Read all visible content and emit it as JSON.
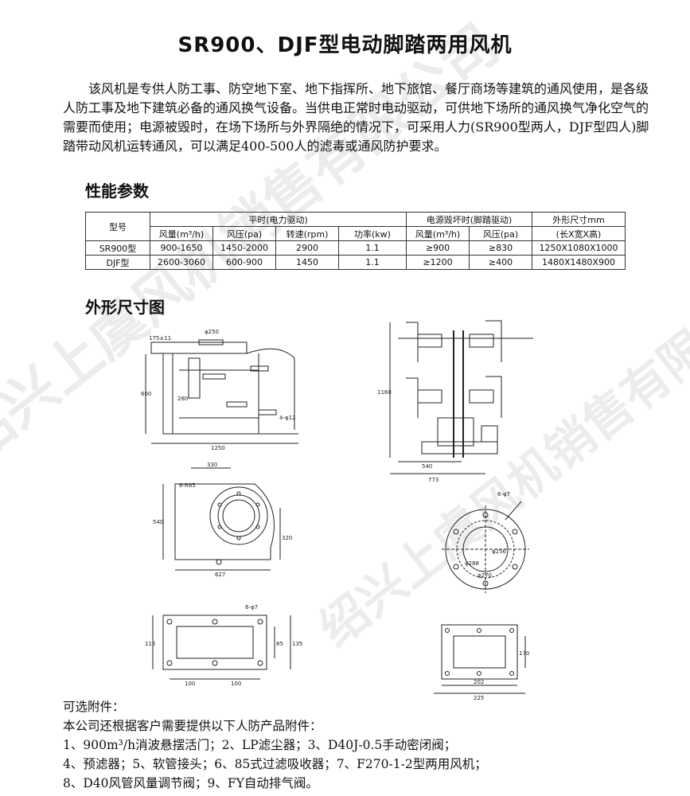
{
  "title": "SR900、DJF型电动脚踏两用风机",
  "intro": "该风机是专供人防工事、防空地下室、地下指挥所、地下旅馆、餐厅商场等建筑的通风使用，是各级人防工事及地下建筑必备的通风换气设备。当供电正常时电动驱动，可供地下场所的通风换气净化空气的需要而使用；电源被毁时，在场下场所与外界隔绝的情况下，可采用人力(SR900型两人，DJF型四人)脚踏带动风机运转通风，可以满足400-500人的滤毒或通风防护要求。",
  "sections": {
    "performance": "性能参数",
    "dimensions": "外形尺寸图"
  },
  "table": {
    "model_header": "型号",
    "group_normal": "平时(电力驱动)",
    "group_power_loss": "电源毁坏时(脚踏驱动)",
    "group_size": "外形尺寸mm",
    "subheaders": [
      "风量(m³/h)",
      "风压(pa)",
      "转速(rpm)",
      "功率(kw)",
      "风量(m³/h)",
      "风压(pa)",
      "(长X宽X高)"
    ],
    "rows": [
      [
        "SR900型",
        "900-1650",
        "1450-2000",
        "2900",
        "1.1",
        "≥900",
        "≥830",
        "1250X1080X1000"
      ],
      [
        "DJF型",
        "2600-3060",
        "600-900",
        "1450",
        "1.1",
        "≥1200",
        "≥400",
        "1480X1480X900"
      ]
    ]
  },
  "drawing_labels": {
    "d1_phi250": "φ250",
    "d1_1250": "1250",
    "d1_600": "600",
    "d1_280": "280",
    "d1_4phi12": "4-φ12",
    "d1_175": "175±11",
    "d2_1160": "1160",
    "d2_540": "540",
    "d2_773": "773",
    "d3_330": "330",
    "d3_6r85": "6-R85",
    "d3_540": "540",
    "d3_320": "320",
    "d3_627": "627",
    "d4_6phi7": "6-φ7",
    "d4_phi256": "φ256",
    "d4_phi288": "φ288",
    "d4_phi270": "φ270",
    "d5_6phi": "6-φ7",
    "d5_115": "115",
    "d5_85": "85",
    "d5_135": "135",
    "d5_100a": "100",
    "d5_100b": "100",
    "d6_170": "170",
    "d6_202": "202",
    "d6_225": "225"
  },
  "accessories": {
    "heading": "可选附件：",
    "line1": "本公司还根据客户需要提供以下人防产品附件：",
    "line2": "1、900m³/h消波悬摆活门；2、LP滤尘器；3、D40J-0.5手动密闭阀；",
    "line3": "4、预滤器；5、软管接头；6、85式过滤吸收器；7、F270-1-2型两用风机；",
    "line4": "8、D40风管风量调节阀；9、FY自动排气阀。"
  },
  "watermark": "绍兴上虞风机销售有限公司"
}
